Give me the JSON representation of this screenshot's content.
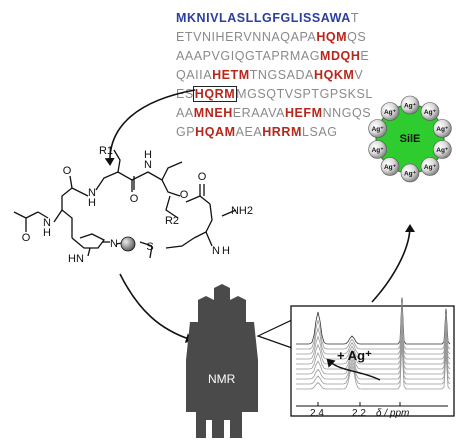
{
  "sequence": {
    "lines": [
      [
        {
          "t": "MKNIVLASLLGFGLISSAWA",
          "c": "sig"
        },
        {
          "t": "T",
          "c": "n"
        }
      ],
      [
        {
          "t": "ETVNIHERVNNAQAPA",
          "c": "n"
        },
        {
          "t": "HQM",
          "c": "red"
        },
        {
          "t": "QS",
          "c": "n"
        }
      ],
      [
        {
          "t": "AAAPVGIQGTAPRMAG",
          "c": "n"
        },
        {
          "t": "MDQH",
          "c": "red"
        },
        {
          "t": "E",
          "c": "n"
        }
      ],
      [
        {
          "t": "QAIIA",
          "c": "n"
        },
        {
          "t": "HETM",
          "c": "red"
        },
        {
          "t": "TNGSADA",
          "c": "n"
        },
        {
          "t": "HQKM",
          "c": "red"
        },
        {
          "t": "V",
          "c": "n"
        }
      ],
      [
        {
          "t": "ES",
          "c": "n"
        },
        {
          "t": "HQRM",
          "c": "boxed"
        },
        {
          "t": "MGSQTVSPTGPSKSL",
          "c": "n"
        }
      ],
      [
        {
          "t": "AA",
          "c": "n"
        },
        {
          "t": "MNEH",
          "c": "red"
        },
        {
          "t": "ERAAVA",
          "c": "n"
        },
        {
          "t": "HEFM",
          "c": "red"
        },
        {
          "t": "NNGQS",
          "c": "n"
        }
      ],
      [
        {
          "t": "GP",
          "c": "n"
        },
        {
          "t": "HQAM",
          "c": "red"
        },
        {
          "t": "AEA",
          "c": "n"
        },
        {
          "t": "HRRM",
          "c": "red"
        },
        {
          "t": "LSAG",
          "c": "n"
        }
      ]
    ]
  },
  "molecule": {
    "labels": {
      "r1": "R1",
      "r2": "R2",
      "n": "N",
      "s": "S",
      "hn": "HN",
      "nh2": "NH2",
      "h": "H",
      "o": "O"
    }
  },
  "sile": {
    "label": "SilE",
    "ion": "Ag⁺",
    "ion_count": 10
  },
  "nmr": {
    "label": "NMR",
    "annotation": "+ Ag⁺",
    "axis_ticks": [
      "2.4",
      "2.2"
    ],
    "axis_unit": "δ / ppm"
  },
  "colors": {
    "signal_peptide": "#2a3f9e",
    "motif": "#b8261c",
    "sequence_text": "#8a8a8a",
    "sile_fill": "#2ecc2e",
    "magnet": "#4a4a4a"
  }
}
